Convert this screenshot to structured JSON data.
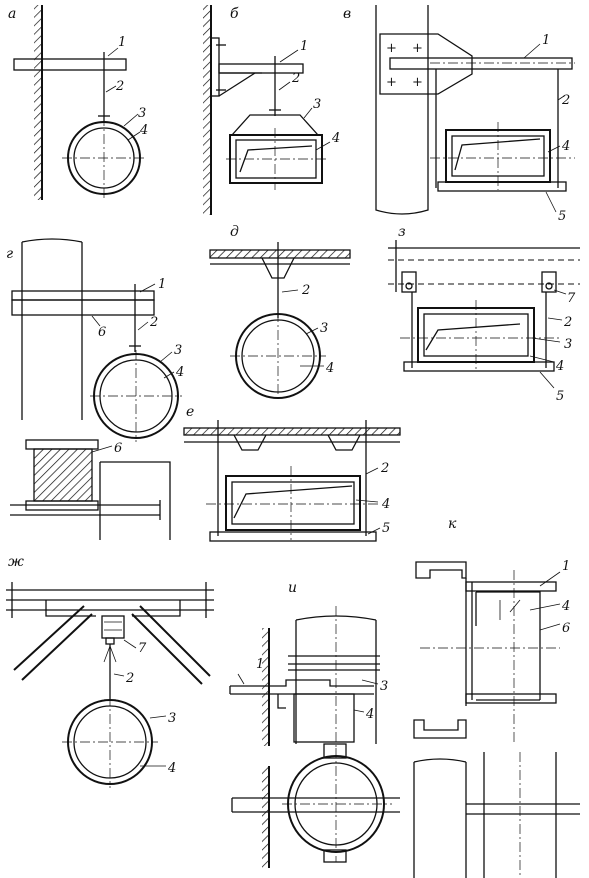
{
  "figure": {
    "panels": [
      {
        "id": "a",
        "label": "а",
        "callouts": [
          "1",
          "2",
          "3",
          "4"
        ]
      },
      {
        "id": "b",
        "label": "б",
        "callouts": [
          "1",
          "2",
          "3",
          "4"
        ]
      },
      {
        "id": "v",
        "label": "в",
        "callouts": [
          "1",
          "2",
          "4",
          "5"
        ]
      },
      {
        "id": "g",
        "label": "г",
        "callouts": [
          "1",
          "6",
          "2",
          "3",
          "4",
          "6"
        ]
      },
      {
        "id": "d",
        "label": "д",
        "callouts": [
          "2",
          "3",
          "4"
        ]
      },
      {
        "id": "z",
        "label": "з",
        "callouts": [
          "7",
          "2",
          "3",
          "4",
          "5"
        ]
      },
      {
        "id": "e",
        "label": "е",
        "callouts": [
          "2",
          "4",
          "5"
        ]
      },
      {
        "id": "k",
        "label": "к",
        "callouts": [
          "1",
          "4",
          "6"
        ]
      },
      {
        "id": "zh",
        "label": "ж",
        "callouts": [
          "7",
          "2",
          "3",
          "4"
        ]
      },
      {
        "id": "i",
        "label": "и",
        "callouts": [
          "1",
          "3",
          "4"
        ]
      }
    ]
  }
}
